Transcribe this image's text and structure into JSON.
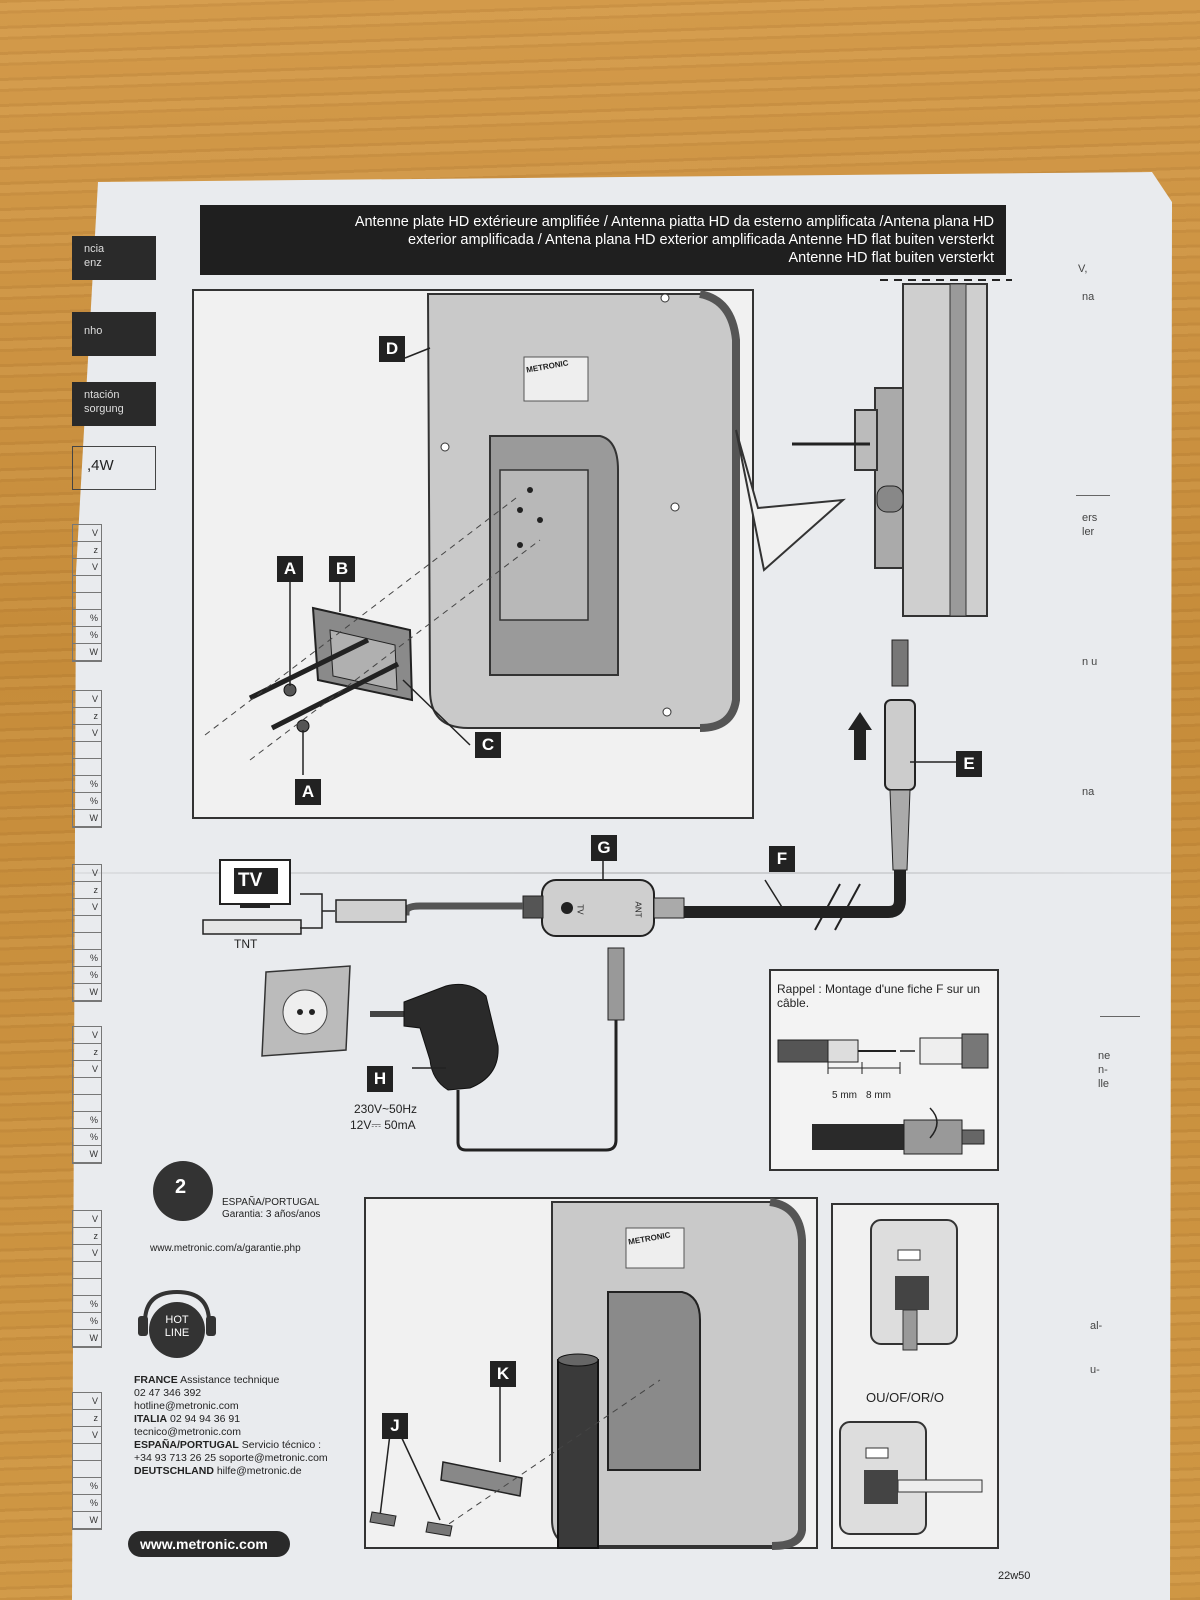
{
  "header": {
    "title_line1": "Antenne plate HD extérieure amplifiée / Antenna piatta HD da esterno amplificata /Antena plana HD",
    "title_line2": "exterior amplificada / Antena plana HD exterior amplificada Antenne HD flat buiten versterkt",
    "title_line3": "Antenne HD flat buiten versterkt"
  },
  "left_sections": [
    {
      "line1": "ncia",
      "line2": "enz"
    },
    {
      "line1": "nho",
      "line2": ""
    },
    {
      "line1": "ntación",
      "line2": "sorgung"
    }
  ],
  "left_power": ",4W",
  "left_ticks": [
    "V",
    "z",
    "V",
    "",
    "",
    "%",
    "%",
    "W"
  ],
  "right_fragments": [
    "V,",
    "na",
    "ers",
    "ler",
    "n u",
    "na",
    "ne",
    "n-",
    "lle",
    "al-",
    "u-"
  ],
  "diagram": {
    "labels": {
      "A": "A",
      "B": "B",
      "C": "C",
      "D": "D",
      "E": "E",
      "F": "F",
      "G": "G",
      "H": "H",
      "J": "J",
      "K": "K"
    },
    "label_A2": "A",
    "brand_on_panel": "METRONIC",
    "brand_on_panel_2": "METRONIC",
    "tv_label": "TV",
    "tnt_label": "TNT",
    "amp_tv": "TV",
    "amp_ant": "ANT",
    "power_spec_1": "230V~50Hz",
    "power_spec_2": "12V⎓ 50mA",
    "rappel_title": "Rappel : Montage d'une fiche F sur un câble.",
    "dim_5": "5 mm",
    "dim_8": "8 mm",
    "ou_label": "OU/OF/OR/O"
  },
  "warranty": {
    "years_badge": "2",
    "region": "ESPAÑA/PORTUGAL",
    "text": "Garantia: 3 años/anos",
    "url": "www.metronic.com/a/garantie.php"
  },
  "hotline": {
    "badge_line1": "HOT",
    "badge_line2": "LINE",
    "lines": [
      {
        "bold": "FRANCE",
        "rest": " Assistance technique"
      },
      {
        "bold": "",
        "rest": "02 47 346 392"
      },
      {
        "bold": "",
        "rest": "hotline@metronic.com"
      },
      {
        "bold": "ITALIA",
        "rest": " 02 94 94 36 91"
      },
      {
        "bold": "",
        "rest": "tecnico@metronic.com"
      },
      {
        "bold": "ESPAÑA/PORTUGAL",
        "rest": " Servicio técnico :"
      },
      {
        "bold": "",
        "rest": "+34 93 713 26 25 soporte@metronic.com"
      },
      {
        "bold": "DEUTSCHLAND",
        "rest": " hilfe@metronic.de"
      }
    ]
  },
  "footer": {
    "website": "www.metronic.com",
    "code": "22w50"
  }
}
